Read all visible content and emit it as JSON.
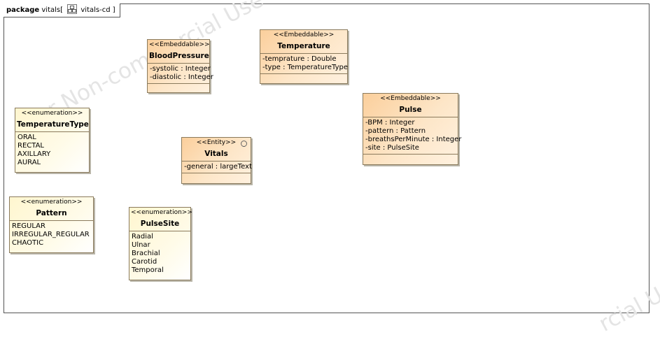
{
  "frame": {
    "keyword": "package",
    "name": "vitals[",
    "diagram_name": "vitals-cd",
    "closer": "]"
  },
  "watermark": {
    "text_1": "For Non-commercial Use Only",
    "text_2": "rcial U"
  },
  "classes": {
    "blood_pressure": {
      "stereotype": "<<Embeddable>>",
      "name": "BloodPressure",
      "attributes": [
        "-systolic : Integer",
        "-diastolic : Integer"
      ]
    },
    "temperature": {
      "stereotype": "<<Embeddable>>",
      "name": "Temperature",
      "attributes": [
        "-temprature : Double",
        "-type : TemperatureType"
      ]
    },
    "pulse": {
      "stereotype": "<<Embeddable>>",
      "name": "Pulse",
      "attributes": [
        "-BPM : Integer",
        "-pattern : Pattern",
        "-breathsPerMinute : Integer",
        "-site : PulseSite"
      ]
    },
    "vitals": {
      "stereotype": "<<Entity>>",
      "name": "Vitals",
      "attributes": [
        "-general : largeText"
      ]
    },
    "temperature_type": {
      "stereotype": "<<enumeration>>",
      "name": "TemperatureType",
      "literals": [
        "ORAL",
        "RECTAL",
        "AXILLARY",
        "AURAL"
      ]
    },
    "pattern": {
      "stereotype": "<<enumeration>>",
      "name": "Pattern",
      "literals": [
        "REGULAR",
        "IRREGULAR_REGULAR",
        "CHAOTIC"
      ]
    },
    "pulse_site": {
      "stereotype": "<<enumeration>>",
      "name": "PulseSite",
      "literals": [
        "Radial",
        "Ulnar",
        "Brachial",
        "Carotid",
        "Temporal"
      ]
    }
  }
}
